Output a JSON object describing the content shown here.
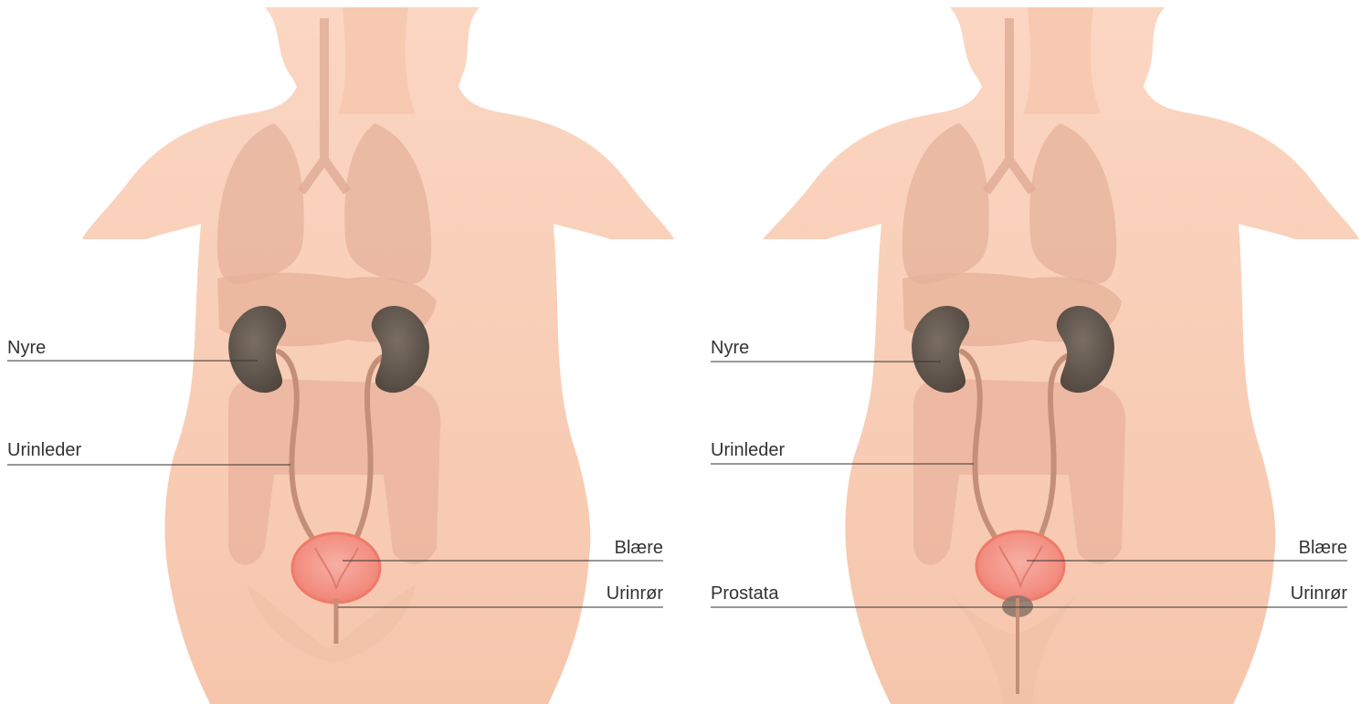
{
  "figures": [
    {
      "id": "female",
      "labels": {
        "nyre": "Nyre",
        "urinleder": "Urinleder",
        "blaere": "Blære",
        "urinror": "Urinrør"
      }
    },
    {
      "id": "male",
      "labels": {
        "nyre": "Nyre",
        "urinleder": "Urinleder",
        "blaere": "Blære",
        "urinror": "Urinrør",
        "prostata": "Prostata"
      }
    }
  ],
  "colors": {
    "skin": "#f9cdb4",
    "skin_shadow": "#efb89c",
    "organ_faded": "#e9b39b",
    "kidney": "#5f544b",
    "ureter": "#c48f78",
    "bladder": "#ef8f80",
    "bladder_rim": "#f07d70",
    "prostata": "#8a7468",
    "leader_line": "#333333"
  }
}
